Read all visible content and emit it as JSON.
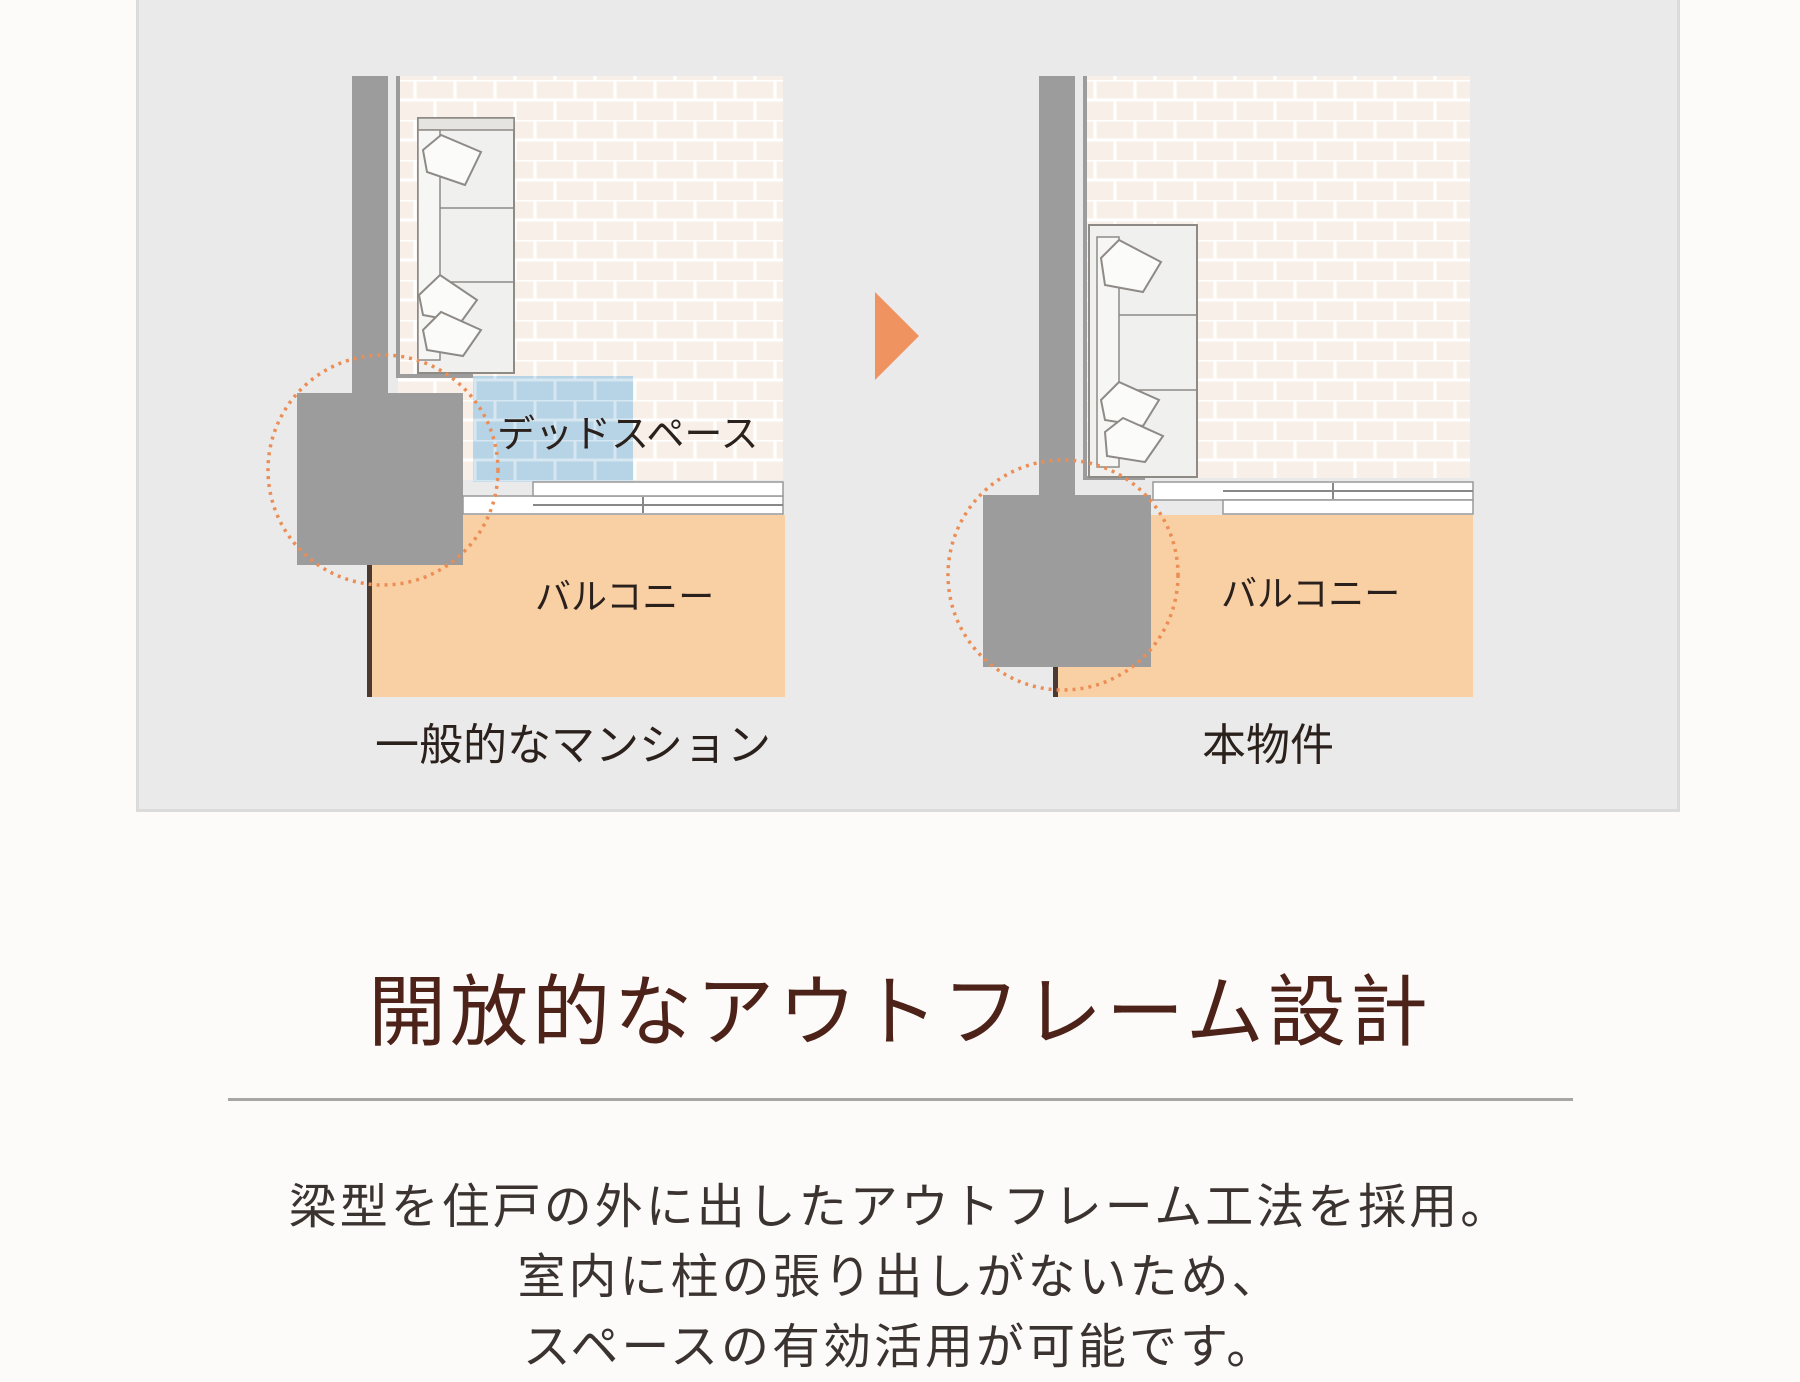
{
  "left_plan": {
    "dead_space_label": "デッドスペース",
    "balcony_label": "バルコニー",
    "caption": "一般的なマンション"
  },
  "right_plan": {
    "balcony_label": "バルコニー",
    "caption": "本物件"
  },
  "arrow_icon": "triangle-right-icon",
  "heading": "開放的なアウトフレーム設計",
  "description": [
    "梁型を住戸の外に出したアウトフレーム工法を採用。",
    "室内に柱の張り出しがないため、",
    "スペースの有効活用が可能です。"
  ],
  "colors": {
    "panel_bg": "#ebeaea",
    "floor": "#f8f0e8",
    "balcony": "#f9cfa4",
    "dead_space": "#b7d3e6",
    "column": "#9c9c9c",
    "highlight_circle": "#eb8d55",
    "arrow": "#ef9360",
    "heading_text": "#4d2218"
  }
}
